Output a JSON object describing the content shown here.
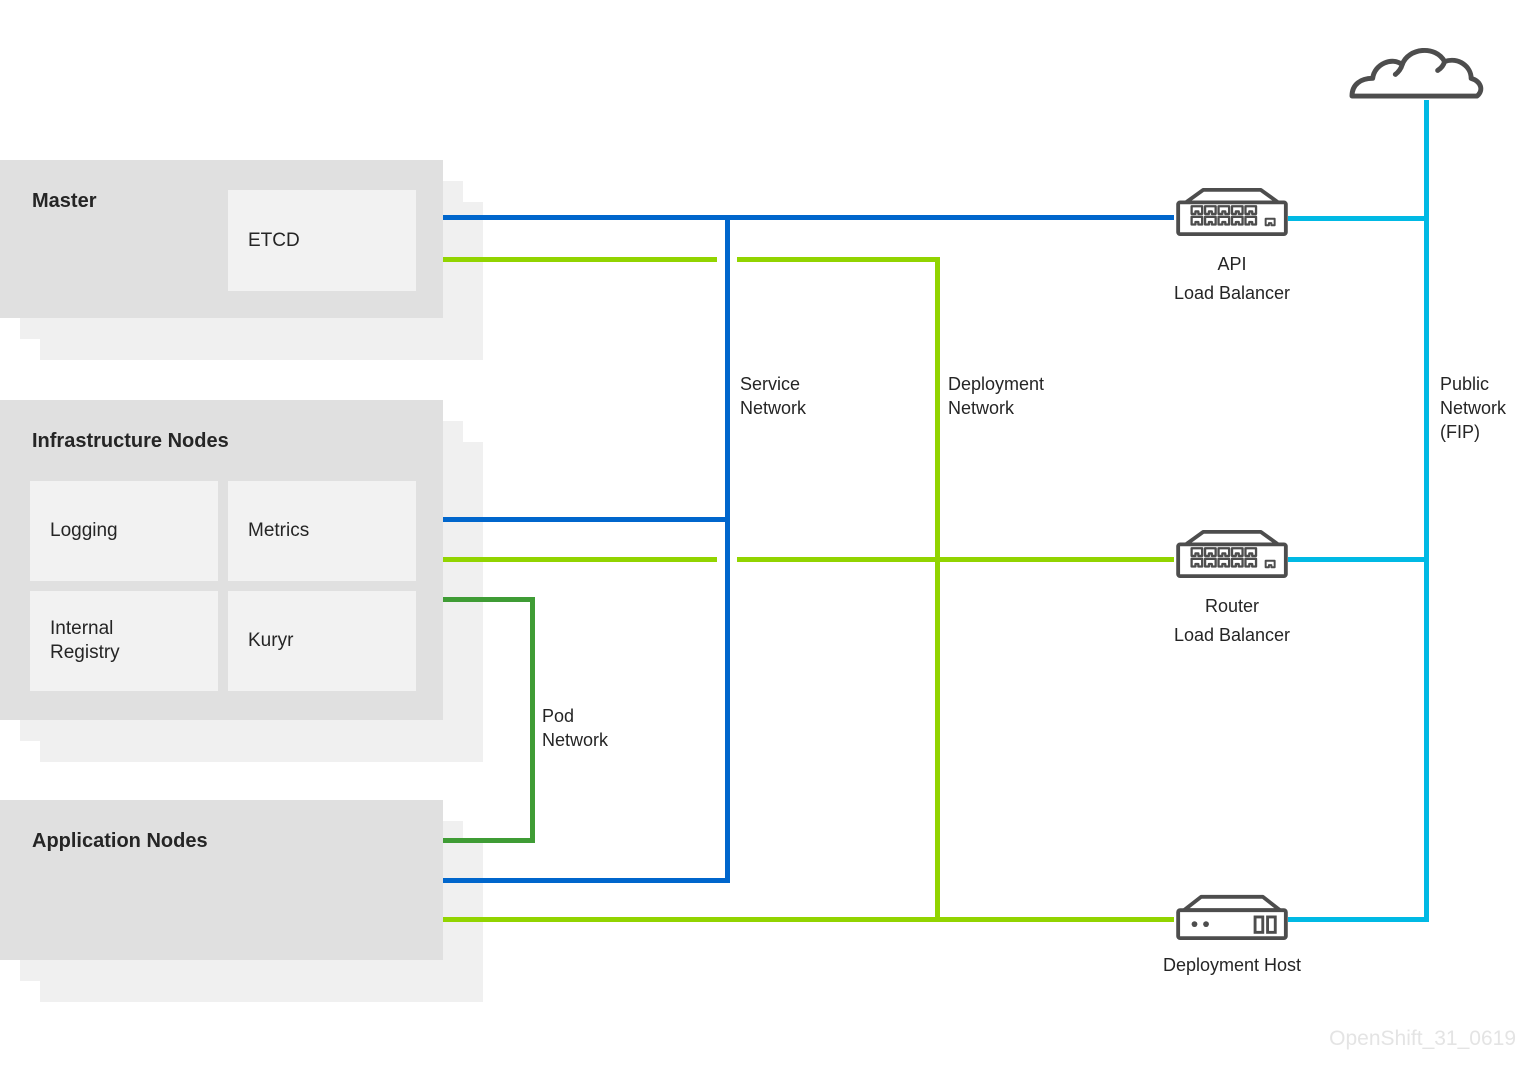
{
  "colors": {
    "box-fill": "#e0e0e0",
    "shadow-fill": "#f0f0f0",
    "inner-box-fill": "#f2f2f2",
    "text": "#252525",
    "icon-stroke": "#4d4d4d",
    "watermark": "#e4e4e4"
  },
  "networks": {
    "service": {
      "label": "Service\nNetwork",
      "color": "#0066cc"
    },
    "deployment": {
      "label": "Deployment\nNetwork",
      "color": "#92d400"
    },
    "pod": {
      "label": "Pod\nNetwork",
      "color": "#3f9c35"
    },
    "public": {
      "label": "Public\nNetwork\n(FIP)",
      "color": "#00b9e4"
    }
  },
  "groups": {
    "master": {
      "title": "Master",
      "items": [
        {
          "label": "ETCD"
        }
      ]
    },
    "infrastructure": {
      "title": "Infrastructure Nodes",
      "items": [
        {
          "label": "Logging"
        },
        {
          "label": "Metrics"
        },
        {
          "label": "Internal Registry"
        },
        {
          "label": "Kuryr"
        }
      ]
    },
    "application": {
      "title": "Application Nodes"
    }
  },
  "devices": {
    "api_lb": {
      "label": "API\nLoad Balancer"
    },
    "router_lb": {
      "label": "Router\nLoad Balancer"
    },
    "deployment_host": {
      "label": "Deployment Host"
    }
  },
  "watermark": {
    "text": "OpenShift_31_0619"
  }
}
